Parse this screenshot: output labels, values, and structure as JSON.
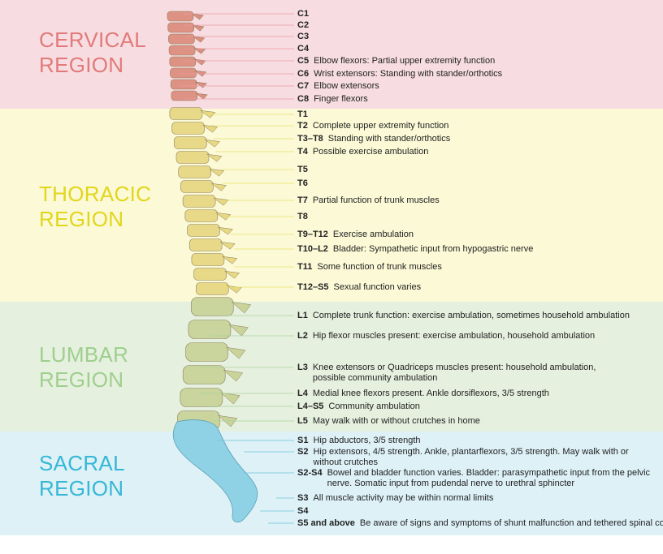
{
  "colors": {
    "cervical_bg": "#f7dde1",
    "thoracic_bg": "#fbf9d6",
    "lumbar_bg": "#e6f0df",
    "sacral_bg": "#ddf1f7",
    "cervical_text": "#e27a7a",
    "thoracic_text": "#e2d61c",
    "lumbar_text": "#9fcf8e",
    "sacral_text": "#36b7d6",
    "cervical_bone": "#dc8e7f",
    "thoracic_bone": "#e7d884",
    "lumbar_bone": "#c9d39a",
    "sacral_bone": "#8fd2e5"
  },
  "regions": {
    "cervical": {
      "line1": "CERVICAL",
      "line2": "REGION"
    },
    "thoracic": {
      "line1": "THORACIC",
      "line2": "REGION"
    },
    "lumbar": {
      "line1": "LUMBAR",
      "line2": "REGION"
    },
    "sacral": {
      "line1": "SACRAL",
      "line2": "REGION"
    }
  },
  "levels": [
    {
      "code": "C1",
      "desc": ""
    },
    {
      "code": "C2",
      "desc": ""
    },
    {
      "code": "C3",
      "desc": ""
    },
    {
      "code": "C4",
      "desc": ""
    },
    {
      "code": "C5",
      "desc": "Elbow flexors: Partial upper extremity function"
    },
    {
      "code": "C6",
      "desc": "Wrist extensors: Standing with stander/orthotics"
    },
    {
      "code": "C7",
      "desc": "Elbow extensors"
    },
    {
      "code": "C8",
      "desc": "Finger flexors"
    },
    {
      "code": "T1",
      "desc": ""
    },
    {
      "code": "T2",
      "desc": "Complete upper extremity function"
    },
    {
      "code": "T3–T8",
      "desc": "Standing with stander/orthotics"
    },
    {
      "code": "T4",
      "desc": "Possible exercise ambulation"
    },
    {
      "code": "T5",
      "desc": ""
    },
    {
      "code": "T6",
      "desc": ""
    },
    {
      "code": "T7",
      "desc": "Partial function of trunk muscles"
    },
    {
      "code": "T8",
      "desc": ""
    },
    {
      "code": "T9–T12",
      "desc": "Exercise ambulation"
    },
    {
      "code": "T10–L2",
      "desc": "Bladder: Sympathetic input from hypogastric nerve"
    },
    {
      "code": "T11",
      "desc": "Some function of trunk muscles"
    },
    {
      "code": "T12–S5",
      "desc": "Sexual function varies"
    },
    {
      "code": "L1",
      "desc": "Complete trunk function: exercise ambulation, sometimes household ambulation"
    },
    {
      "code": "L2",
      "desc": "Hip flexor muscles present: exercise ambulation, household ambulation"
    },
    {
      "code": "L3",
      "desc": "Knee extensors or Quadriceps muscles present: household ambulation, possible community ambulation"
    },
    {
      "code": "L4",
      "desc": "Medial knee flexors present. Ankle dorsiflexors, 3/5 strength"
    },
    {
      "code": "L4–S5",
      "desc": "Community ambulation"
    },
    {
      "code": "L5",
      "desc": "May walk with or without crutches in home"
    },
    {
      "code": "S1",
      "desc": "Hip abductors, 3/5 strength"
    },
    {
      "code": "S2",
      "desc": "Hip extensors, 4/5 strength. Ankle, plantarflexors, 3/5 strength. May walk with or without crutches"
    },
    {
      "code": "S2-S4",
      "desc": "Bowel and bladder function varies. Bladder: parasympathetic input from the pelvic nerve. Somatic input from pudendal  nerve to urethral sphincter"
    },
    {
      "code": "S3",
      "desc": "All muscle activity may be within normal limits"
    },
    {
      "code": "S4",
      "desc": ""
    },
    {
      "code": "S5 and above",
      "desc": "Be aware of signs and symptoms of shunt malfunction and tethered spinal  cord"
    }
  ]
}
